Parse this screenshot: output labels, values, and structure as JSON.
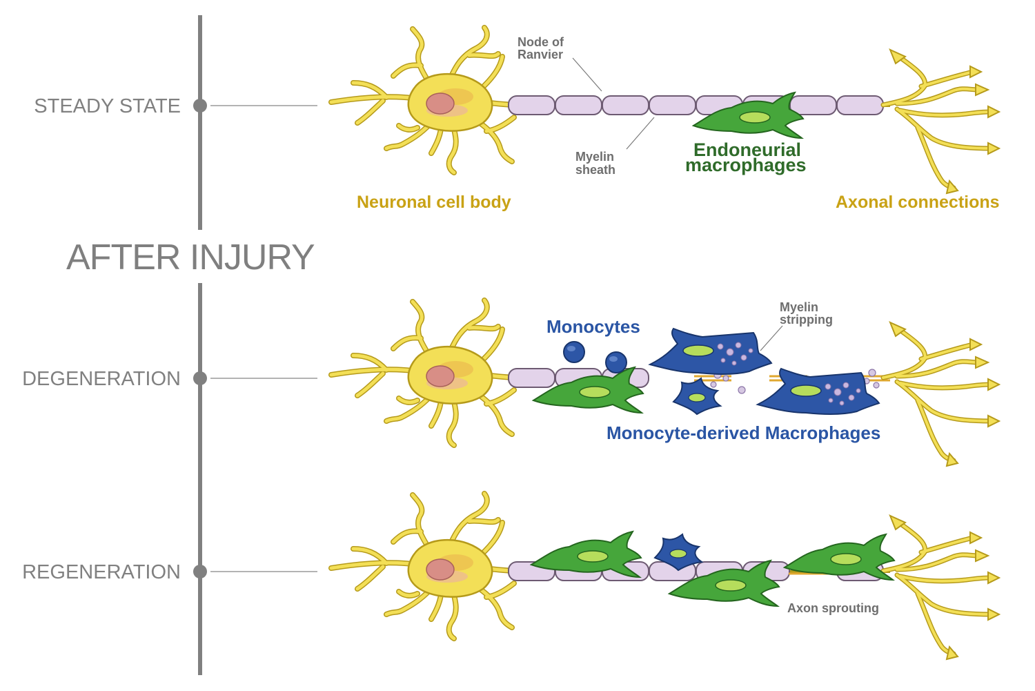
{
  "timeline": {
    "stages": [
      {
        "label": "STEADY STATE"
      },
      {
        "label": "DEGENERATION"
      },
      {
        "label": "REGENERATION"
      }
    ],
    "divider_label": "AFTER INJURY"
  },
  "annotations": {
    "node_of_ranvier": [
      "Node of",
      "Ranvier"
    ],
    "myelin_sheath": [
      "Myelin",
      "sheath"
    ],
    "endoneurial_macrophages": [
      "Endoneurial",
      "macrophages"
    ],
    "neuronal_cell_body": "Neuronal cell body",
    "axonal_connections": "Axonal connections",
    "monocytes": "Monocytes",
    "myelin_stripping": [
      "Myelin",
      "stripping"
    ],
    "monocyte_derived_macrophages": "Monocyte-derived Macrophages",
    "axon_sprouting": "Axon sprouting"
  },
  "colors": {
    "neuron": "#f3df57",
    "neuron_outline": "#b59a1a",
    "myelin": "#e3d3ea",
    "myelin_outline": "#6d5a72",
    "endoneurial_macrophage": "#46a63b",
    "monocyte_macrophage": "#2d56a6",
    "nucleus": "#b6dd5c",
    "timeline": "#808080"
  }
}
